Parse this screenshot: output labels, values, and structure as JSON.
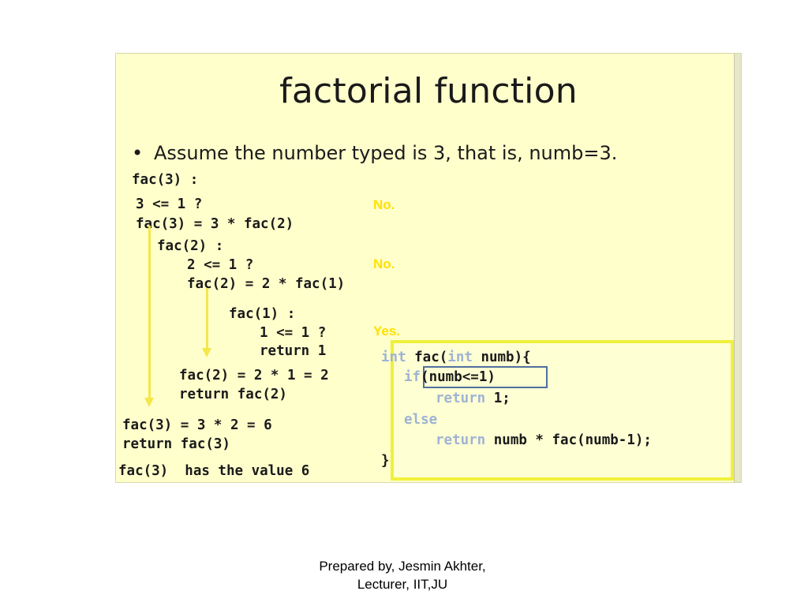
{
  "slide": {
    "title": "factorial function",
    "bullet": "Assume the number typed is 3, that is, numb=3.",
    "trace": [
      "fac(3) :",
      "3 <= 1 ?",
      "fac(3) = 3 * fac(2)",
      "fac(2) :",
      "2 <= 1 ?",
      "fac(2) = 2 * fac(1)",
      "fac(1) :",
      "1 <= 1 ?",
      "return 1",
      "fac(2) = 2 * 1 = 2",
      "return fac(2)",
      "fac(3) = 3 * 2 = 6",
      "return fac(3)",
      "fac(3)  has the value 6"
    ],
    "answers": [
      "No.",
      "No.",
      "Yes."
    ],
    "code": {
      "l1_kw1": "int",
      "l1_fn": " fac(",
      "l1_kw2": "int",
      "l1_rest": " numb){",
      "l2_kw": "if",
      "l2_cond": "(numb<=1)",
      "l3_kw": "return",
      "l3_rest": " 1;",
      "l4_kw": "else",
      "l5_kw": "return",
      "l5_rest": " numb * fac(numb-1);",
      "l6": "}"
    },
    "colors": {
      "background": "#ffffcc",
      "answer": "#ffe000",
      "arrow": "#f5e64a",
      "keyword": "#9fb3d4",
      "highlight_border": "#4f6f9f"
    }
  },
  "footer": {
    "line1": "Prepared by, Jesmin Akhter,",
    "line2": "Lecturer, IIT,JU"
  }
}
